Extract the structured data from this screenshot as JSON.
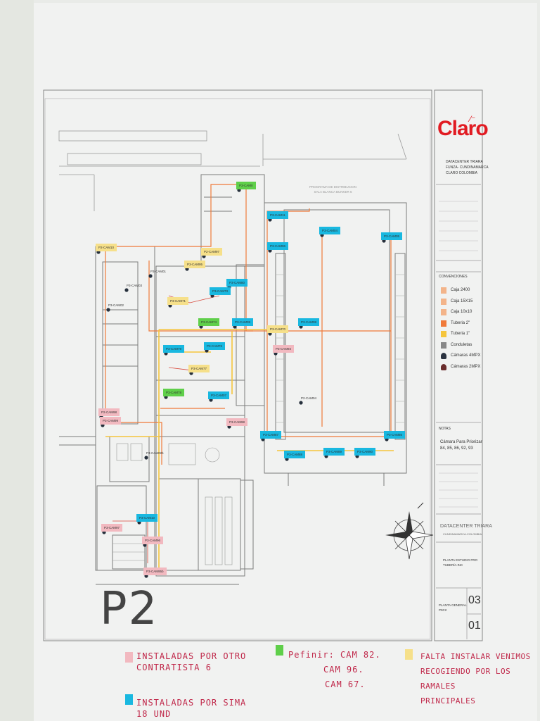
{
  "brand": {
    "logo": "Claro",
    "logo_color": "#e11b22"
  },
  "title_block": {
    "project_lines": [
      "DATACENTER TRIARA",
      "FUNZA- CUNDINAMARCA",
      "CLARO COLOMBIA"
    ],
    "conventions_title": "CONVENCIONES",
    "conventions": [
      {
        "label": "Caja 2400",
        "color": "#f3b48a"
      },
      {
        "label": "Caja 15X15",
        "color": "#f3b48a"
      },
      {
        "label": "Caja 10x10",
        "color": "#f3b48a"
      },
      {
        "label": "Tuberia 2\"",
        "color": "#f07a3a"
      },
      {
        "label": "Tuberia 1\"",
        "color": "#f5c53c"
      },
      {
        "label": "Conduletas",
        "color": "#888888"
      },
      {
        "label": "Cámaras 4MPX",
        "color": "#2b3340"
      },
      {
        "label": "Cámaras 2MPX",
        "color": "#6a2d2d"
      }
    ],
    "notes_title": "NOTAS",
    "notes_lines": [
      "Cámara Para Priorizar",
      "84, 85, 86, 92, 93"
    ],
    "site_name": "DATACENTER TRIARA",
    "site_location": "CUNDINAMARCA-COLOMBIA",
    "drawing_lines": [
      "PLANTA ESTUDIO PRO",
      "TUBERÍA INC"
    ],
    "sheet_lines": [
      "PLANTA GENERAL",
      "P0C2"
    ],
    "sheet_no": "03",
    "sheet_total": "01"
  },
  "plan": {
    "level_label": "P2",
    "area_label_lines": [
      "PROGRAMA DE DISTRIBUCION",
      "SALA BLANCA BUNKER 6"
    ],
    "cameras": [
      {
        "id": "P3-CAM0",
        "status": "green"
      },
      {
        "id": "P3-CAM11",
        "status": "blue"
      },
      {
        "id": "P3-CAM04",
        "status": "blue"
      },
      {
        "id": "P3-CAM05",
        "status": "blue"
      },
      {
        "id": "P3-CAM06",
        "status": "blue"
      },
      {
        "id": "P2-CAM10",
        "status": "yellow"
      },
      {
        "id": "P3-CAM01",
        "status": "plain"
      },
      {
        "id": "P3-CAM03",
        "status": "plain"
      },
      {
        "id": "P3-CAM02",
        "status": "plain"
      },
      {
        "id": "P2-CAM97",
        "status": "yellow"
      },
      {
        "id": "P3-CAM95",
        "status": "yellow"
      },
      {
        "id": "P3-CAM80",
        "status": "blue"
      },
      {
        "id": "P3-CAM71",
        "status": "yellow"
      },
      {
        "id": "P3-CAM73",
        "status": "blue"
      },
      {
        "id": "P3-CAM74",
        "status": "green"
      },
      {
        "id": "P3-CAM09",
        "status": "blue"
      },
      {
        "id": "P3-CAM08",
        "status": "blue"
      },
      {
        "id": "P3-CAM70",
        "status": "yellow"
      },
      {
        "id": "P3-CAM79",
        "status": "blue"
      },
      {
        "id": "P3-CAM76",
        "status": "blue"
      },
      {
        "id": "P3-CAM77",
        "status": "yellow"
      },
      {
        "id": "P3-CAM78",
        "status": "green"
      },
      {
        "id": "P3-CAM07",
        "status": "blue"
      },
      {
        "id": "P2-CAM04",
        "status": "plain"
      },
      {
        "id": "P2-CAM98",
        "status": "pink"
      },
      {
        "id": "P3-CAM99",
        "status": "pink"
      },
      {
        "id": "P3-CAM98",
        "status": "pink"
      },
      {
        "id": "P3-CAM02b",
        "status": "plain"
      },
      {
        "id": "P3-CAM10",
        "status": "blue"
      },
      {
        "id": "P3-CAM87",
        "status": "blue"
      },
      {
        "id": "P3-CAM88",
        "status": "blue"
      },
      {
        "id": "P3-CAM89",
        "status": "blue"
      },
      {
        "id": "P3-CAM90",
        "status": "blue"
      },
      {
        "id": "P3-CAM86",
        "status": "blue"
      },
      {
        "id": "P3-CAM97",
        "status": "pink"
      },
      {
        "id": "P3-CAM96",
        "status": "pink"
      },
      {
        "id": "P3-CAM95b",
        "status": "pink"
      },
      {
        "id": "P3-CAM94",
        "status": "pink"
      }
    ],
    "status_colors": {
      "pink": "#f2b9c0",
      "blue": "#19b8e0",
      "green": "#5fcf4a",
      "yellow": "#f6e08a",
      "plain": "transparent"
    }
  },
  "handwritten_legend": {
    "pink_label_lines": [
      "INSTALADAS POR OTRO",
      "CONTRATISTA 6"
    ],
    "blue_label_lines": [
      "INSTALADAS POR SIMA",
      "18 UND"
    ],
    "green_label_lines": [
      "Pefinir: CAM 82.",
      "CAM 96.",
      "CAM 67."
    ],
    "yellow_label_lines": [
      "FALTA INSTALAR VENIMOS",
      "RECOGIENDO POR LOS RAMALES",
      "PRINCIPALES"
    ]
  }
}
